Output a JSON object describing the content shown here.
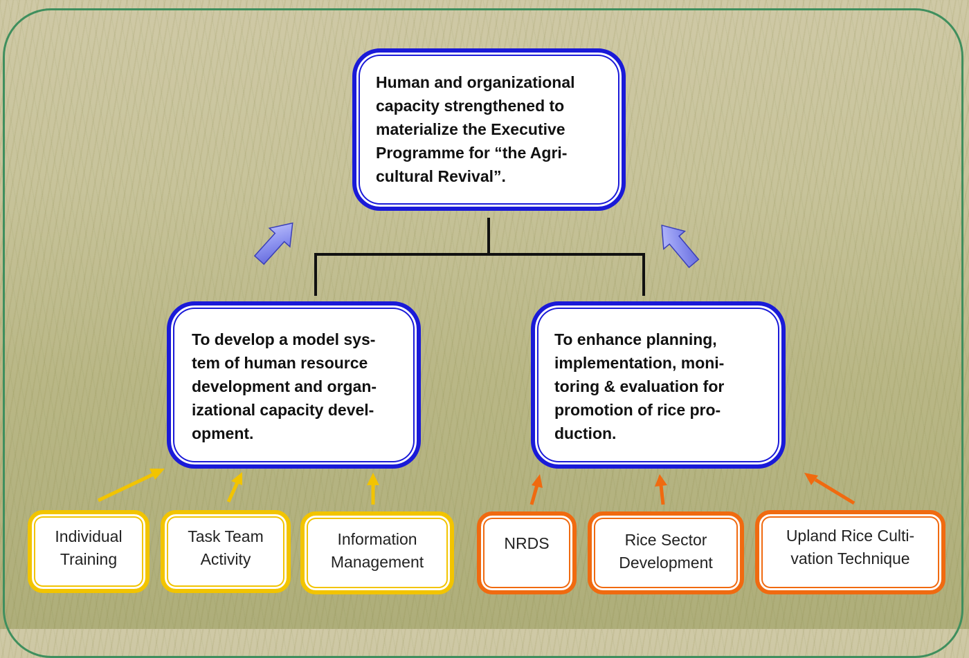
{
  "goal": {
    "text": "Human and organizational\ncapacity strengthened to\nmaterialize the Executive\nProgramme for “the Agri-\ncultural Revival”."
  },
  "outputs": [
    {
      "text": "To develop a model sys-\ntem of human resource\ndevelopment and organ-\nizational capacity devel-\nopment."
    },
    {
      "text": "To enhance planning,\nimplementation, moni-\ntoring & evaluation for\npromotion of rice pro-\nduction."
    }
  ],
  "activities_left": [
    {
      "label": "Individual\nTraining"
    },
    {
      "label": "Task Team\nActivity"
    },
    {
      "label": "Information\nManagement"
    }
  ],
  "activities_right": [
    {
      "label": "NRDS"
    },
    {
      "label": "Rice Sector\nDevelopment"
    },
    {
      "label": "Upland Rice Culti-\nvation Technique"
    }
  ],
  "colors": {
    "frame": "#3f8f5e",
    "main_box_border": "#1a1ad8",
    "left_activity_border": "#f2c400",
    "right_activity_border": "#f06a10",
    "connector": "#111111",
    "up_arrow_fill": "#8f95f0"
  }
}
